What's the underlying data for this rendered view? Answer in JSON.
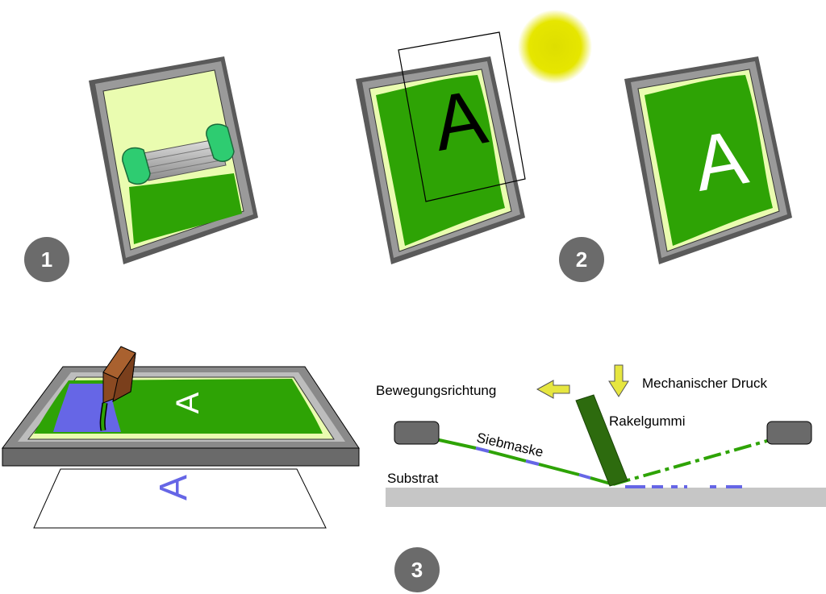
{
  "steps": [
    {
      "number": "1"
    },
    {
      "number": "2"
    },
    {
      "number": "3"
    }
  ],
  "panel1": {
    "icons": [
      "screen-frame-icon",
      "coating-trough-icon"
    ]
  },
  "panel2": {
    "film_letter": "A",
    "screen_letter": "A",
    "icons": [
      "sun-icon",
      "transparency-film-icon",
      "screen-frame-icon"
    ]
  },
  "panel3_left": {
    "screen_letter": "A",
    "print_letter": "A",
    "icons": [
      "squeegee-icon",
      "screen-frame-icon",
      "substrate-sheet-icon"
    ]
  },
  "panel3_right": {
    "labels": {
      "movement": "Bewegungsrichtung",
      "pressure": "Mechanischer Druck",
      "squeegee_rubber": "Rakelgummi",
      "screen_mask": "Siebmaske",
      "substrate": "Substrat"
    },
    "icons": [
      "arrow-left-icon",
      "arrow-down-icon",
      "clamp-block-icon"
    ]
  },
  "colors": {
    "frame_outer": "#5a5a5a",
    "frame_inner": "#9a9a9a",
    "emulsion": "#eafcb0",
    "mesh_green": "#2ea305",
    "ink_blue": "#6666e6",
    "trough_green": "#2ecc71",
    "sun": "#e6e600",
    "arrow": "#e6e640",
    "squeegee_dark": "#2d6b0e",
    "substrate_gray": "#c6c6c6",
    "badge_gray": "#6b6b6b",
    "holder_brown": "#9b5a2f"
  }
}
